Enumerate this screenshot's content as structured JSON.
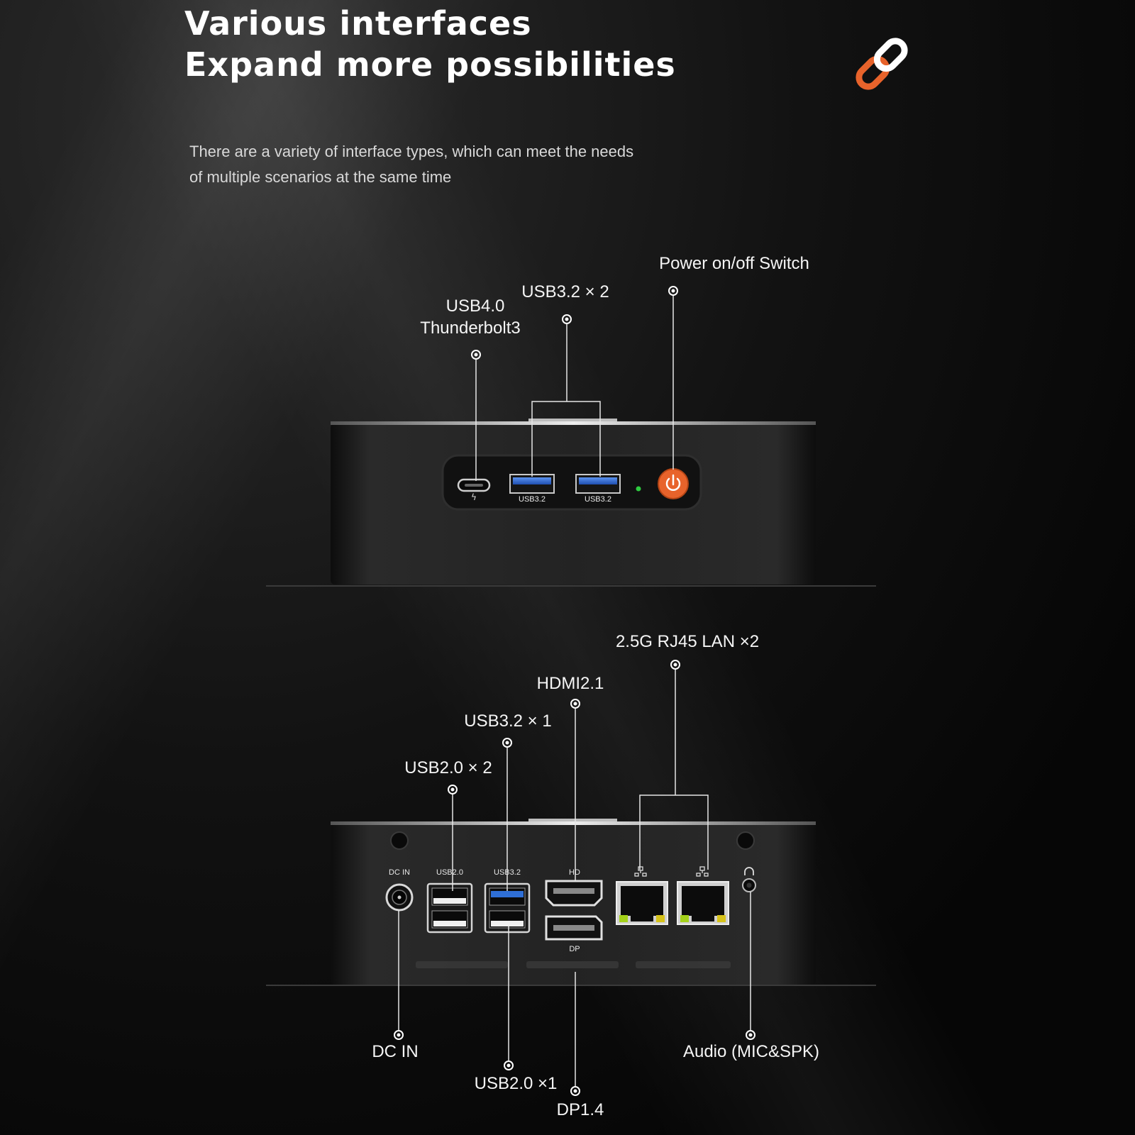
{
  "headline": {
    "line1": "Various interfaces",
    "line2": "Expand more possibilities"
  },
  "subtitle": {
    "line1": "There are a variety of interface types, which can meet the needs",
    "line2": "of multiple scenarios at the same time"
  },
  "icons": {
    "link": "chain-link-icon",
    "power": "power-icon",
    "thunderbolt": "thunderbolt-icon",
    "network": "network-icon",
    "headphone": "headphone-icon"
  },
  "colors": {
    "accent": "#e8632b",
    "usb3_blue": "#2f6fd6",
    "led_green": "#2ecc40"
  },
  "front_labels": {
    "usb4": "USB4.0",
    "thunderbolt": "Thunderbolt3",
    "usb32_x2": "USB3.2 × 2",
    "power_switch": "Power on/off Switch"
  },
  "front_port_text": {
    "usb32_a": "USB3.2",
    "usb32_b": "USB3.2"
  },
  "rear_labels": {
    "lan": "2.5G RJ45 LAN ×2",
    "hdmi": "HDMI2.1",
    "usb32_x1": "USB3.2 × 1",
    "usb20_x2": "USB2.0 × 2",
    "dc_in": "DC IN",
    "usb20_x1": "USB2.0 ×1",
    "dp": "DP1.4",
    "audio": "Audio (MIC&SPK)"
  },
  "rear_port_text": {
    "dc_in": "DC IN",
    "usb20": "USB2.0",
    "usb32": "USB3.2",
    "hd": "HD",
    "dp": "DP"
  }
}
